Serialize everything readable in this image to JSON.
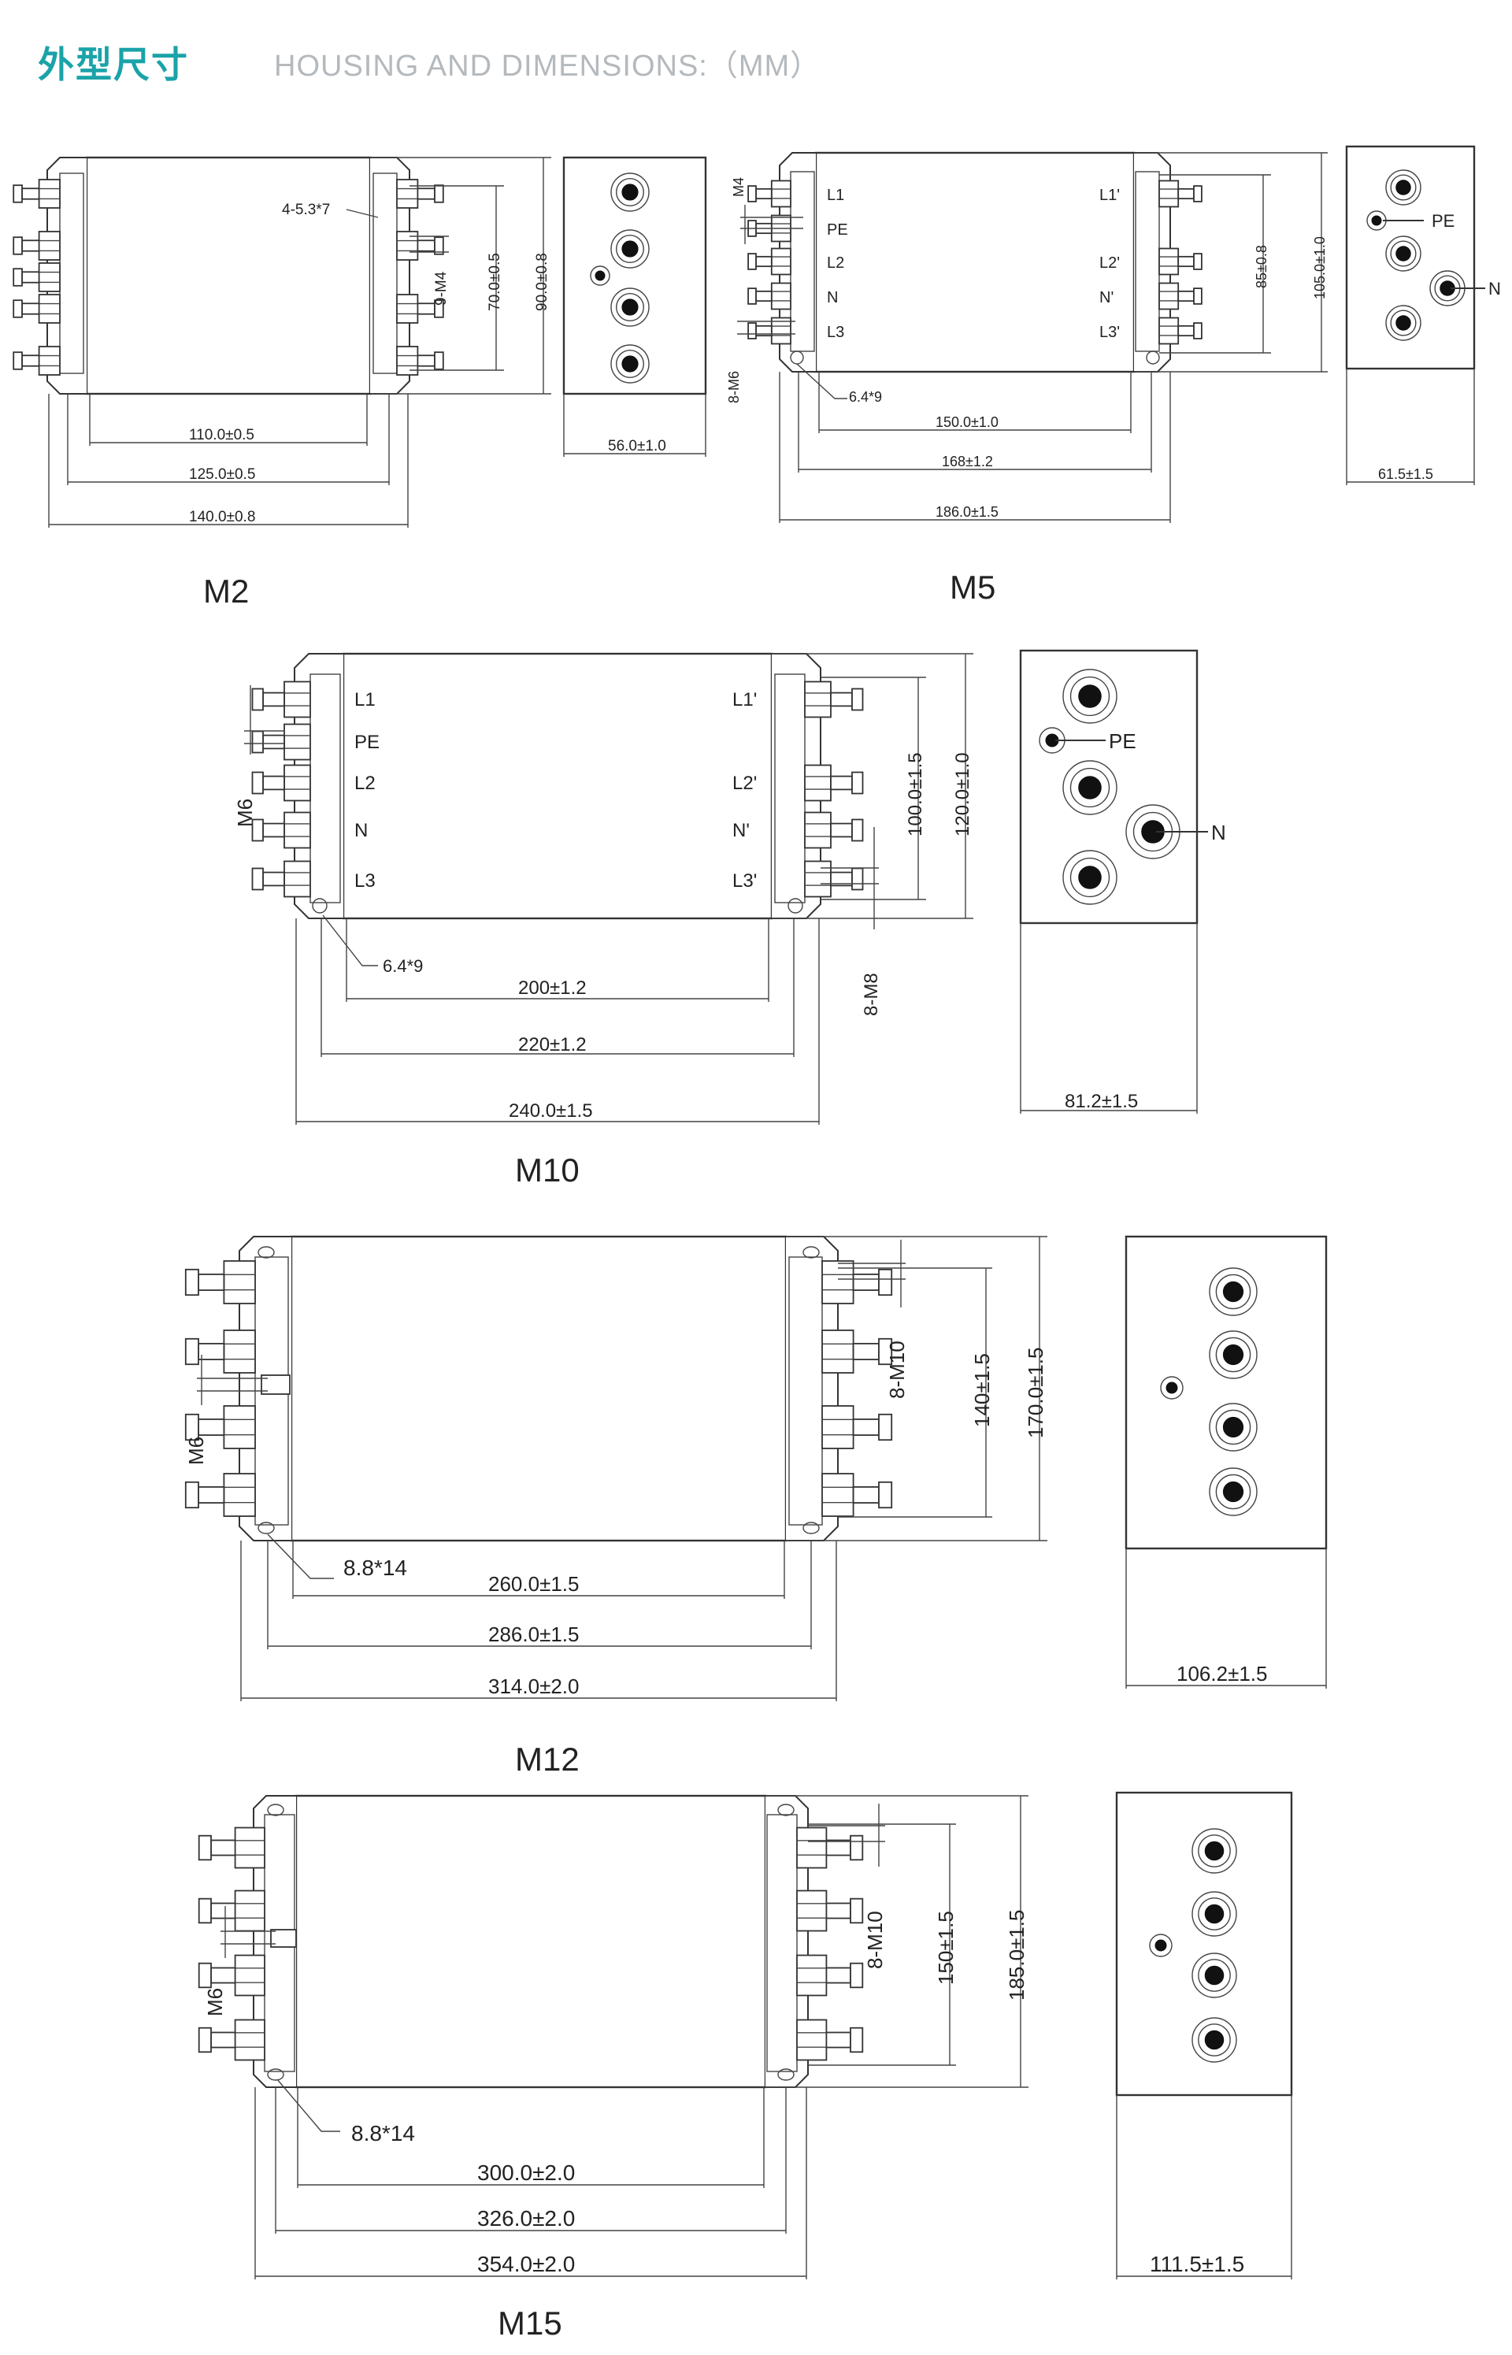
{
  "header": {
    "title_cn": "外型尺寸",
    "title_en": "HOUSING AND DIMENSIONS:（MM）"
  },
  "models": {
    "m2": {
      "name": "M2",
      "mount_hole": "4-5.3*7",
      "terminal": "9-M4",
      "dims": {
        "w_inner": "110.0±0.5",
        "w_mid": "125.0±0.5",
        "w_outer": "140.0±0.8",
        "h_inner": "70.0±0.5",
        "h_outer": "90.0±0.8",
        "depth": "56.0±1.0"
      }
    },
    "m5": {
      "name": "M5",
      "pe_terminal": "M4",
      "terminal": "8-M6",
      "mount_hole": "6.4*9",
      "labels_left": [
        "L1",
        "PE",
        "L2",
        "N",
        "L3"
      ],
      "labels_right": [
        "L1'",
        "L2'",
        "N'",
        "L3'"
      ],
      "side_labels": [
        "PE",
        "N"
      ],
      "dims": {
        "w_inner": "150.0±1.0",
        "w_mid": "168±1.2",
        "w_outer": "186.0±1.5",
        "h_inner": "85±0.8",
        "h_outer": "105.0±1.0",
        "depth": "61.5±1.5"
      }
    },
    "m10": {
      "name": "M10",
      "pe_terminal": "M6",
      "terminal": "8-M8",
      "mount_hole": "6.4*9",
      "labels_left": [
        "L1",
        "PE",
        "L2",
        "N",
        "L3"
      ],
      "labels_right": [
        "L1'",
        "L2'",
        "N'",
        "L3'"
      ],
      "side_labels": [
        "PE",
        "N"
      ],
      "dims": {
        "w_inner": "200±1.2",
        "w_mid": "220±1.2",
        "w_outer": "240.0±1.5",
        "h_inner": "100.0±1.5",
        "h_outer": "120.0±1.0",
        "depth": "81.2±1.5"
      }
    },
    "m12": {
      "name": "M12",
      "pe_terminal": "M6",
      "terminal": "8-M10",
      "mount_hole": "8.8*14",
      "dims": {
        "w_inner": "260.0±1.5",
        "w_mid": "286.0±1.5",
        "w_outer": "314.0±2.0",
        "h_inner": "140±1.5",
        "h_outer": "170.0±1.5",
        "depth": "106.2±1.5"
      }
    },
    "m15": {
      "name": "M15",
      "pe_terminal": "M6",
      "terminal": "8-M10",
      "mount_hole": "8.8*14",
      "dims": {
        "w_inner": "300.0±2.0",
        "w_mid": "326.0±2.0",
        "w_outer": "354.0±2.0",
        "h_inner": "150±1.5",
        "h_outer": "185.0±1.5",
        "depth": "111.5±1.5"
      }
    }
  }
}
